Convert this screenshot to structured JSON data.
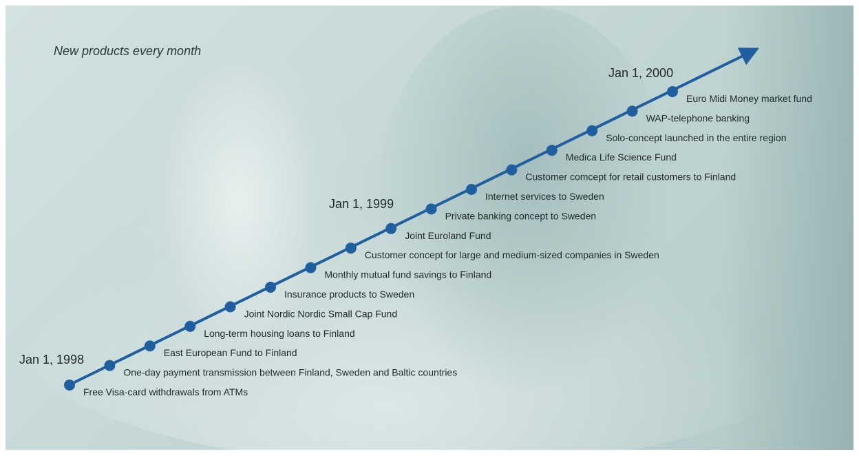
{
  "title": "New products every month",
  "colors": {
    "line": "#1f5f9f",
    "text": "#1e2a2a"
  },
  "dates": [
    "Jan 1, 1998",
    "Jan 1, 1999",
    "Jan 1, 2000"
  ],
  "events": [
    "Free Visa-card withdrawals from ATMs",
    "One-day payment transmission between Finland, Sweden and Baltic countries",
    "East European Fund to Finland",
    "Long-term housing loans to Finland",
    "Joint Nordic Nordic Small Cap Fund",
    "Insurance products to Sweden",
    "Monthly mutual fund savings to Finland",
    "Customer concept for large and medium-sized companies in Sweden",
    "Joint Euroland Fund",
    "Private banking concept to Sweden",
    "Internet services to Sweden",
    "Customer comcept for retail customers to Finland",
    "Medica Life Science Fund",
    "Solo-concept launched in the entire region",
    "WAP-telephone banking",
    "Euro Midi Money market fund"
  ]
}
